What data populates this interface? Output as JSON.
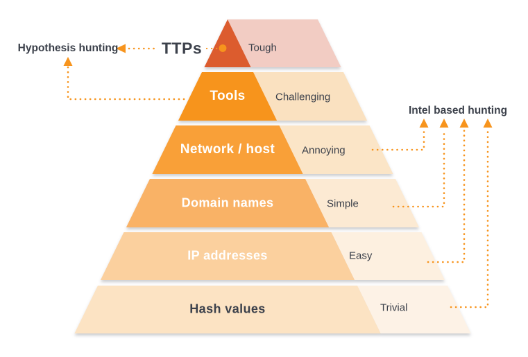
{
  "diagram": {
    "left_annotation": "Hypothesis hunting",
    "right_annotation": "Intel based hunting",
    "accent_color": "#F7941D",
    "text_color": "#3C414B",
    "levels": [
      {
        "label": "TTPs",
        "difficulty": "Tough",
        "color": "#DC5B2D",
        "ext_color": "#F2CCC3"
      },
      {
        "label": "Tools",
        "difficulty": "Challenging",
        "color": "#F7941E",
        "ext_color": "#FAE1C0"
      },
      {
        "label": "Network / host",
        "difficulty": "Annoying",
        "color": "#F9A037",
        "ext_color": "#FBE5C7"
      },
      {
        "label": "Domain names",
        "difficulty": "Simple",
        "color": "#F9B266",
        "ext_color": "#FCEAD3"
      },
      {
        "label": "IP addresses",
        "difficulty": "Easy",
        "color": "#FBD09E",
        "ext_color": "#FDF0E0"
      },
      {
        "label": "Hash values",
        "difficulty": "Trivial",
        "color": "#FCE3C3",
        "ext_color": "#FDF2E6"
      }
    ]
  }
}
